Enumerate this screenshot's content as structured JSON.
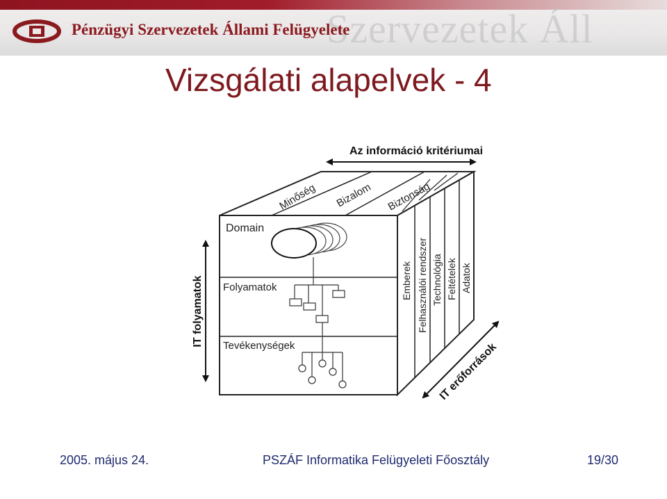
{
  "header": {
    "org_name": "Pénzügyi Szervezetek Állami Felügyelete",
    "ghost_text": "Szervezetek Áll"
  },
  "slide": {
    "title": "Vizsgálati alapelvek - 4"
  },
  "diagram": {
    "criteria_label": "Az információ kritériumai",
    "top_labels": [
      "Minőség",
      "Bizalom",
      "Biztonság"
    ],
    "front_rows": [
      "Domain",
      "Folyamatok",
      "Tevékenységek"
    ],
    "side_labels": [
      "Emberek",
      "Felhasználói rendszer",
      "Technológia",
      "Feltételek",
      "Adatok"
    ],
    "left_axis_label": "IT folyamatok",
    "bottom_axis_label": "IT erőforrások"
  },
  "footer": {
    "date": "2005. május 24.",
    "center": "PSZÁF Informatika Felügyeleti Főosztály",
    "page": "19/30"
  },
  "colors": {
    "title": "#7e1a1f",
    "org": "#8b1a1f",
    "footer": "#1f2a6e",
    "banner_red": "#a11c2a"
  }
}
